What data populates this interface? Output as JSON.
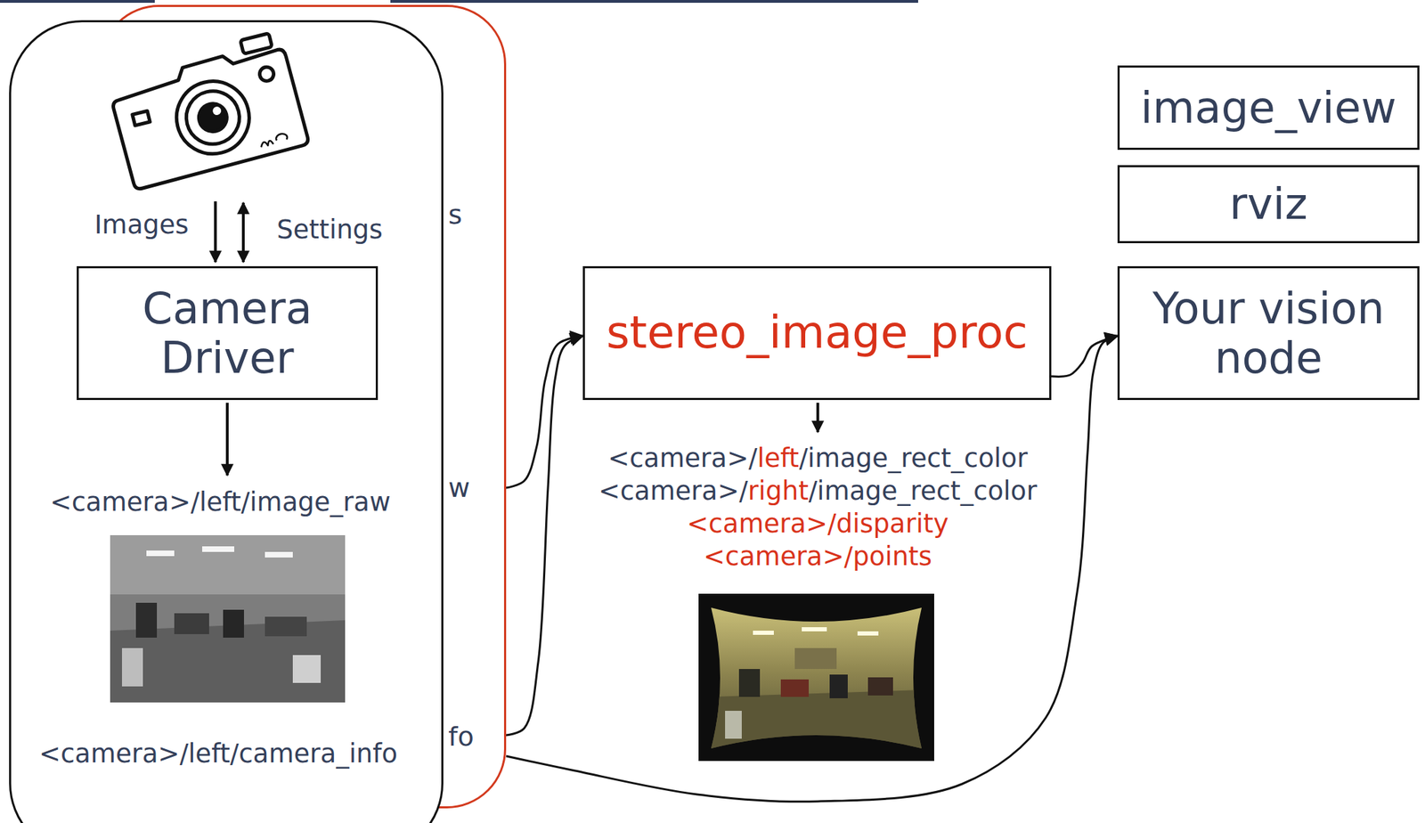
{
  "diagram": {
    "nodes": [
      {
        "text": [
          "s",
          "w",
          "fo"
        ]
      },
      {
        "text": [
          "Images",
          "Settings",
          "<camera>/left/image_raw",
          "<camera>/left/camera_info"
        ]
      },
      {
        "text": [
          "Camera Driver"
        ],
        "in": 1
      },
      {
        "text": [
          "stereo_image_proc"
        ]
      },
      {
        "text": [
          "image_view"
        ]
      },
      {
        "text": [
          "rviz"
        ]
      },
      {
        "text": [
          "Your vision node"
        ]
      }
    ],
    "edges": [
      {
        "from": 0,
        "to": 3,
        "arrow": "to"
      },
      {
        "from": 0,
        "to": 3,
        "arrow": "to"
      },
      {
        "from": 0,
        "to": 6,
        "arrow": "to"
      },
      {
        "from": 3,
        "to": 6,
        "arrow": "to"
      }
    ],
    "labels": [
      "<camera>/left/image_rect_color",
      "<camera>/right/image_rect_color",
      "<camera>/disparity",
      "<camera>/points"
    ]
  }
}
